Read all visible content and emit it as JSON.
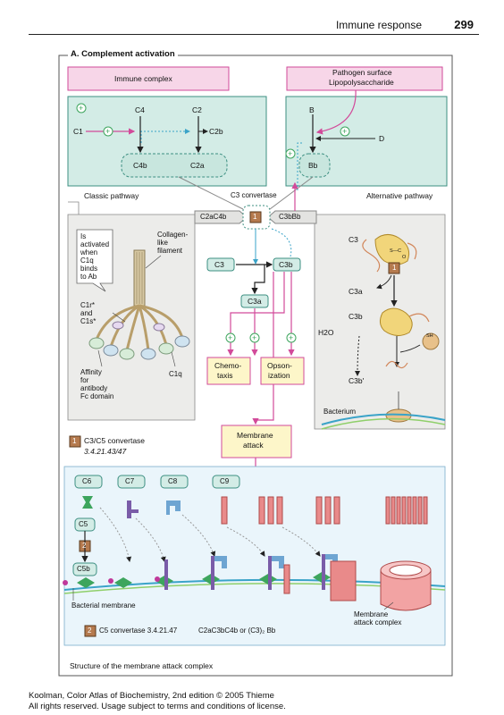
{
  "header": {
    "title": "Immune response",
    "page_number": "299"
  },
  "section_title": "A. Complement activation",
  "top_boxes": {
    "immune_complex": "Immune complex",
    "pathogen_line1": "Pathogen surface",
    "pathogen_line2": "Lipopolysaccharide"
  },
  "classic": {
    "c1": "C1",
    "c4": "C4",
    "c2": "C2",
    "c2b": "C2b",
    "c4b": "C4b",
    "c2a": "C2a",
    "label": "Classic pathway",
    "convertase_label": "C2aC4b"
  },
  "alternative": {
    "b": "B",
    "d": "D",
    "bb": "Bb",
    "label": "Alternative pathway",
    "convertase_label": "C3bBb"
  },
  "center": {
    "c3_convertase": "C3 convertase",
    "enzyme_1": "1",
    "c3": "C3",
    "c3b": "C3b",
    "c3a": "C3a",
    "chemotaxis_1": "Chemo-",
    "chemotaxis_2": "taxis",
    "opsonization_1": "Opson-",
    "opsonization_2": "ization",
    "membrane_attack_1": "Membrane",
    "membrane_attack_2": "attack"
  },
  "c1q_panel": {
    "callout_lines": [
      "Is",
      "activated",
      "when",
      "C1q",
      "binds",
      "to Ab"
    ],
    "collagen_lines": [
      "Collagen-",
      "like",
      "filament"
    ],
    "c1r_lines": [
      "C1r*",
      "and",
      "C1s*"
    ],
    "affinity_lines": [
      "Affinity",
      "for",
      "antibody",
      "Fc domain"
    ],
    "c1q": "C1q"
  },
  "right_panel": {
    "c3": "C3",
    "s_c_o": "S—C",
    "o": "O",
    "enzyme_1": "1",
    "c3a": "C3a",
    "c3b": "C3b",
    "h2o": "H2O",
    "sh": "SH",
    "c3b_prime": "C3b'",
    "bacterium": "Bacterium"
  },
  "legend": {
    "enzyme_1_box": "1",
    "enzyme_1_name": "C3/C5 convertase",
    "enzyme_1_ec": "3.4.21.43/47"
  },
  "mac": {
    "c6": "C6",
    "c7": "C7",
    "c8": "C8",
    "c9": "C9",
    "c5": "C5",
    "enzyme_2": "2",
    "c5b": "C5b",
    "bacterial_membrane": "Bacterial membrane",
    "mac_label_1": "Membrane",
    "mac_label_2": "attack complex",
    "enzyme_2_box": "2",
    "enzyme_2_text": "C5 convertase 3.4.21.47",
    "enzyme_2_formula": "C2aC3bC4b or (C3)₂ Bb",
    "caption": "Structure of the membrane attack complex"
  },
  "footer": {
    "line1": "Koolman, Color Atlas of Biochemistry, 2nd edition © 2005 Thieme",
    "line2": "All rights reserved. Usage subject to terms and conditions of license."
  },
  "colors": {
    "pink_box": "#f7d6e8",
    "pink_border": "#d24a9a",
    "teal_fill": "#d3ece6",
    "teal_border": "#3d8f82",
    "light_yellow": "#fdf6c9",
    "enzyme": "#b57a4e",
    "gray_panel": "#ececea",
    "membrane": "#cde9ee"
  }
}
